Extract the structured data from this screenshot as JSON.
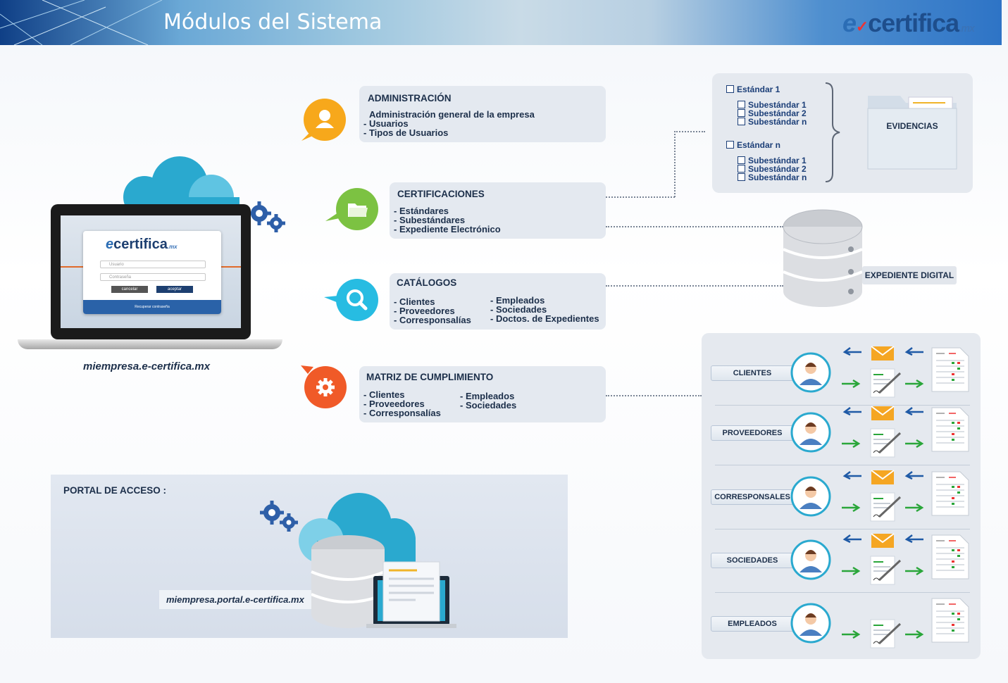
{
  "header": {
    "title": "Módulos del Sistema"
  },
  "logo": {
    "e": "e",
    "name": "certifica",
    "tld": ".mx"
  },
  "laptop": {
    "username_placeholder": "Usuario",
    "password_placeholder": "Contraseña",
    "cancel_label": "cancelar",
    "accept_label": "aceptar",
    "recover_label": "Recuperar contraseña",
    "url": "miempresa.e-certifica.mx"
  },
  "modules": {
    "administracion": {
      "title": "ADMINISTRACIÓN",
      "lines": [
        "Administración general de la empresa",
        "- Usuarios",
        "- Tipos de Usuarios"
      ]
    },
    "certificaciones": {
      "title": "CERTIFICACIONES",
      "lines": [
        "- Estándares",
        "- Subestándares",
        "- Expediente Electrónico"
      ]
    },
    "catalogos": {
      "title": "CATÁLOGOS",
      "col1": [
        "- Clientes",
        "- Proveedores",
        "- Corresponsalías"
      ],
      "col2": [
        "- Empleados",
        "- Sociedades",
        "- Doctos. de Expedientes"
      ]
    },
    "matriz": {
      "title": "MATRIZ DE CUMPLIMIENTO",
      "col1": [
        "- Clientes",
        "- Proveedores",
        "- Corresponsalías"
      ],
      "col2": [
        "- Empleados",
        "- Sociedades"
      ]
    }
  },
  "standards": {
    "group1": {
      "label": "Estándar  1",
      "subs": [
        "Subestándar 1",
        "Subestándar 2",
        "Subestándar n"
      ]
    },
    "groupn": {
      "label": "Estándar  n",
      "subs": [
        "Subestándar 1",
        "Subestándar 2",
        "Subestándar n"
      ]
    },
    "evidencias": "EVIDENCIAS"
  },
  "expediente_digital": "EXPEDIENTE DIGITAL",
  "entities": [
    "CLIENTES",
    "PROVEEDORES",
    "CORRESPONSALES",
    "SOCIEDADES",
    "EMPLEADOS"
  ],
  "portal": {
    "title": "PORTAL DE ACCESO :",
    "url": "miempresa.portal.e-certifica.mx"
  },
  "colors": {
    "admin": "#f7a81b",
    "certificaciones": "#7cc242",
    "catalogos": "#27bce2",
    "matriz": "#f05a28",
    "arrow_blue": "#1f5aa6",
    "arrow_green": "#2aa63a",
    "envelope": "#f5a623"
  }
}
